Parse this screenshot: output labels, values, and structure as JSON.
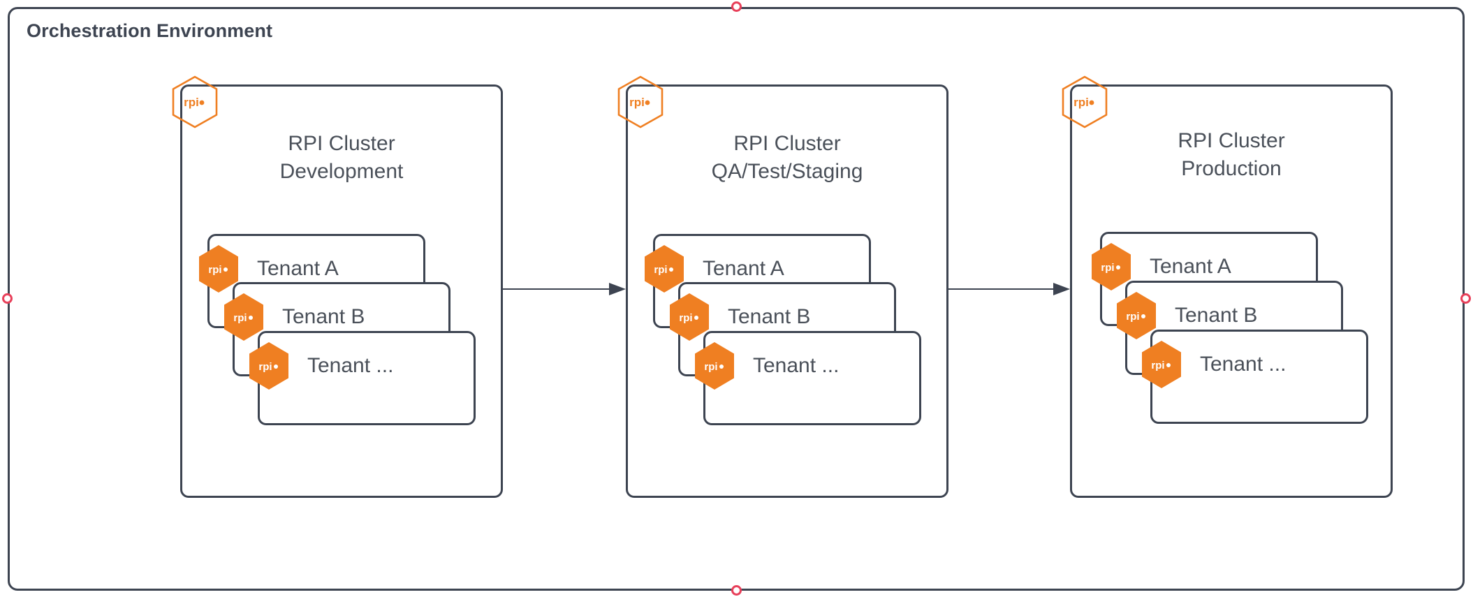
{
  "environment": {
    "title": "Orchestration Environment",
    "frame_color": "#3d4451",
    "handle_color": "#e8405a"
  },
  "brand": {
    "accent_color": "#ef7f22",
    "logo_text": "rpi",
    "logo_icon": "hexagon-icon"
  },
  "clusters": [
    {
      "id": "development",
      "logo_text": "rpi",
      "title_line1": "RPI Cluster",
      "title_line2": "Development",
      "tenants": [
        {
          "label": "Tenant A",
          "logo_text": "rpi"
        },
        {
          "label": "Tenant B",
          "logo_text": "rpi"
        },
        {
          "label": "Tenant ...",
          "logo_text": "rpi"
        }
      ]
    },
    {
      "id": "qa-test-staging",
      "logo_text": "rpi",
      "title_line1": "RPI Cluster",
      "title_line2": "QA/Test/Staging",
      "tenants": [
        {
          "label": "Tenant A",
          "logo_text": "rpi"
        },
        {
          "label": "Tenant B",
          "logo_text": "rpi"
        },
        {
          "label": "Tenant ...",
          "logo_text": "rpi"
        }
      ]
    },
    {
      "id": "production",
      "logo_text": "rpi",
      "title_line1": "RPI Cluster",
      "title_line2": "Production",
      "tenants": [
        {
          "label": "Tenant A",
          "logo_text": "rpi"
        },
        {
          "label": "Tenant B",
          "logo_text": "rpi"
        },
        {
          "label": "Tenant ...",
          "logo_text": "rpi"
        }
      ]
    }
  ],
  "connectors": [
    {
      "id": "dev-to-qa",
      "from": "development",
      "to": "qa-test-staging",
      "label": ""
    },
    {
      "id": "qa-to-prod",
      "from": "qa-test-staging",
      "to": "production",
      "label": ""
    }
  ]
}
